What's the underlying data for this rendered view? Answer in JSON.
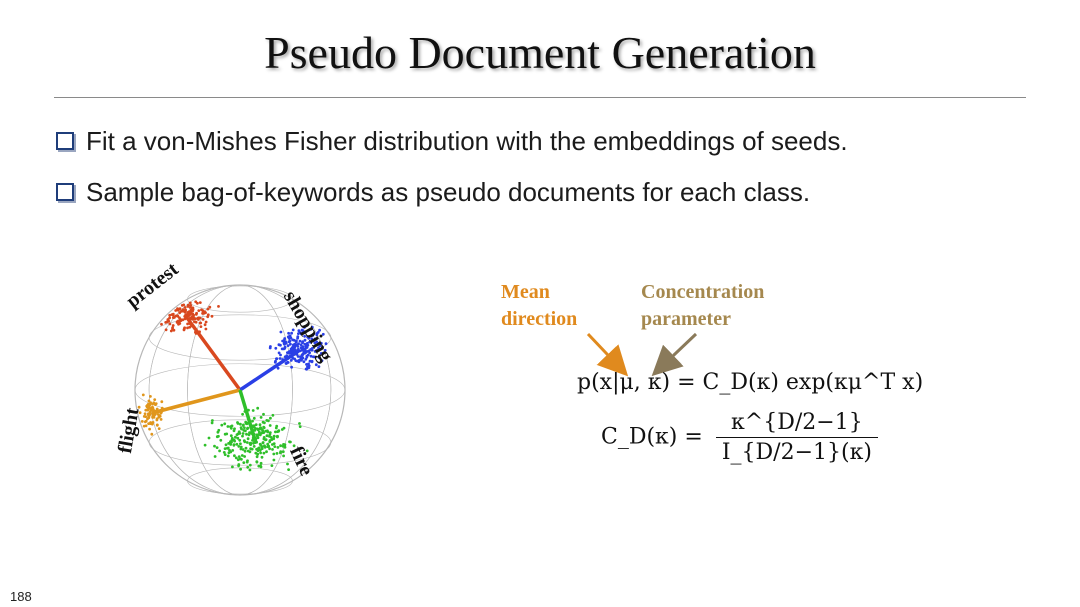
{
  "slide": {
    "title": "Pseudo Document Generation",
    "bullets": [
      "Fit a von-Mishes Fisher distribution with the embeddings of seeds.",
      "Sample bag-of-keywords as pseudo documents for each class."
    ],
    "page_number": "188"
  },
  "figure": {
    "labels": {
      "protest": "protest",
      "shopping": "shopping",
      "flight": "flight",
      "fire": "fire"
    },
    "colors": {
      "protest": "#d9481f",
      "shopping": "#2a3fe6",
      "flight": "#e0961c",
      "fire": "#2fbf2a",
      "grid": "#b8b8b8"
    }
  },
  "annotations": {
    "mean": [
      "Mean",
      "direction"
    ],
    "concentration": [
      "Concentration",
      "parameter"
    ],
    "colors": {
      "mean": "#e08a1e",
      "concentration": "#a5884e"
    }
  },
  "equations": {
    "eq1_lhs": "p(x|μ, κ)",
    "eq1_rhs": "= C_D(κ) exp(κμ^T x)",
    "eq2_lhs": "C_D(κ) =",
    "eq2_num": "κ^{D/2−1}",
    "eq2_den": "I_{D/2−1}(κ)"
  }
}
